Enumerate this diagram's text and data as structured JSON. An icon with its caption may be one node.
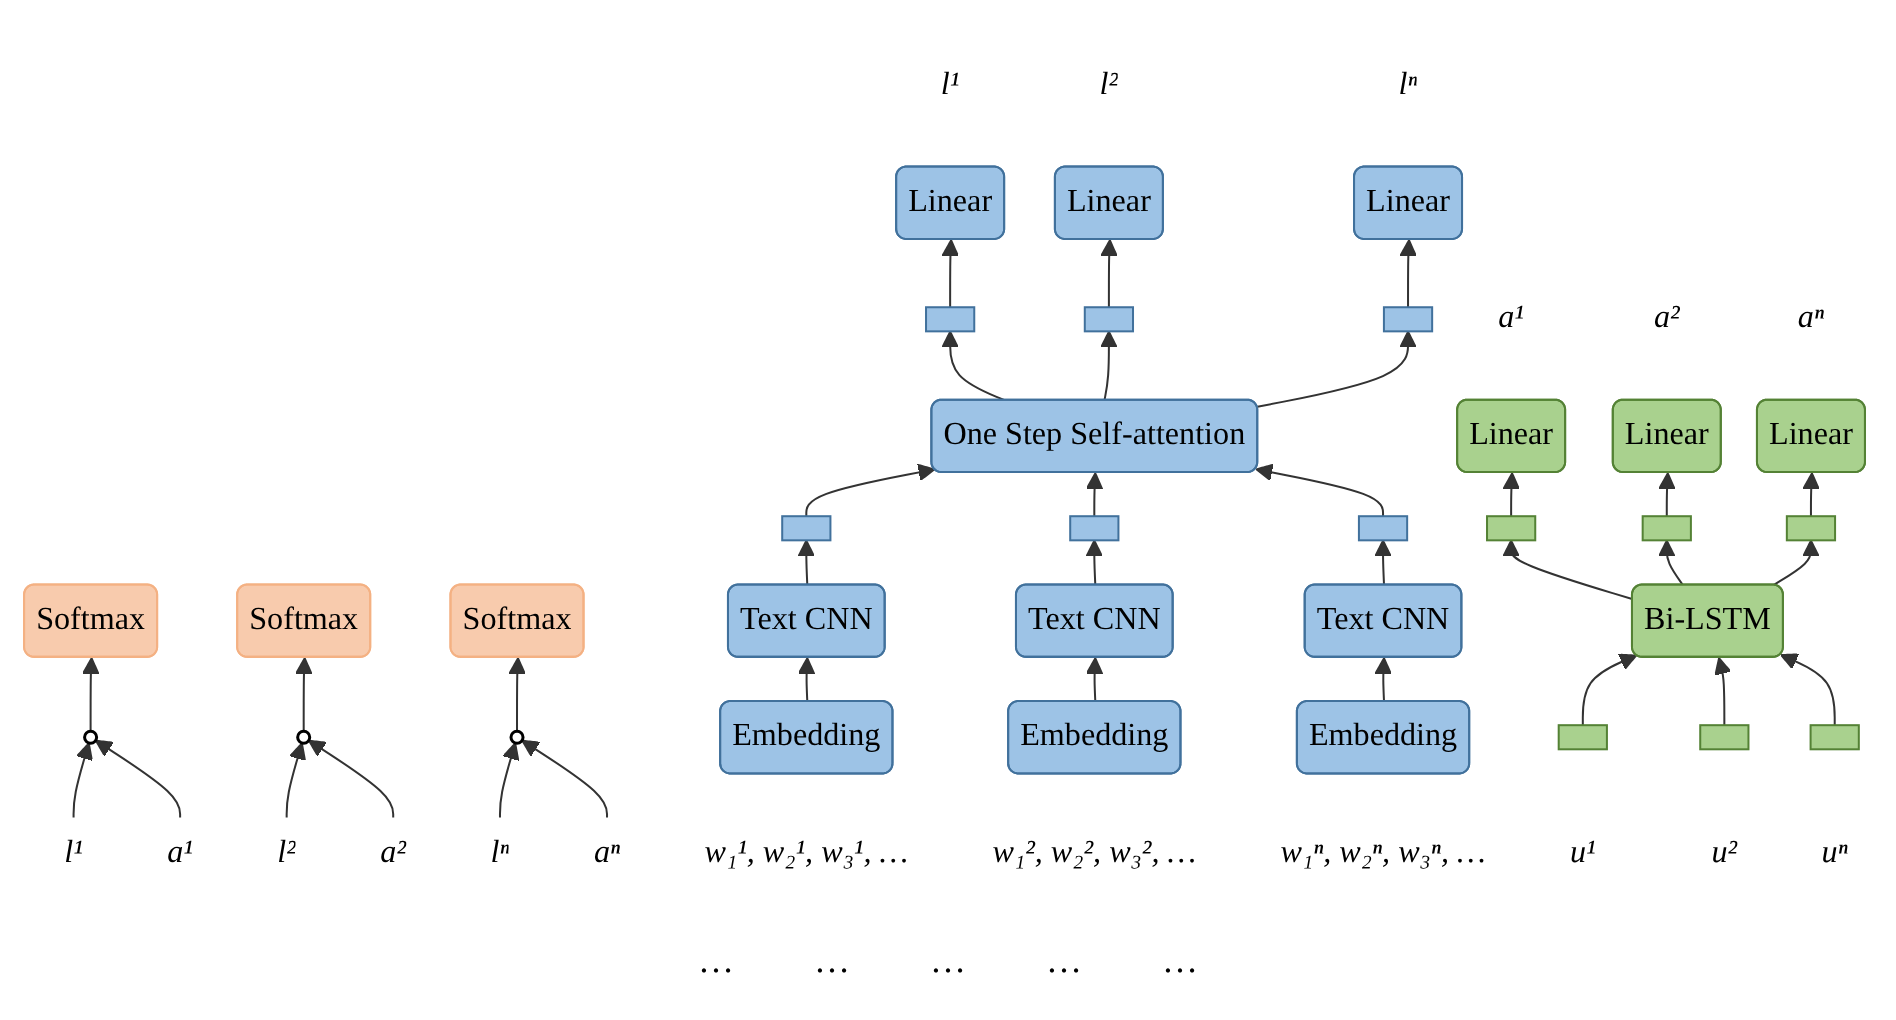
{
  "diagram": {
    "nodes": [
      {
        "text": [
          "Softmax"
        ]
      },
      {
        "text": [
          "Softmax"
        ]
      },
      {
        "text": [
          "Softmax"
        ]
      },
      {
        "text": [
          "l¹"
        ]
      },
      {
        "text": [],
        "shape": "circle"
      },
      {
        "text": [
          "a¹"
        ]
      },
      {
        "text": [
          "l²"
        ]
      },
      {
        "text": [],
        "shape": "circle"
      },
      {
        "text": [
          "a²"
        ]
      },
      {
        "text": [
          "lⁿ"
        ]
      },
      {
        "text": [],
        "shape": "circle"
      },
      {
        "text": [
          "aⁿ"
        ]
      },
      {
        "text": [
          "Linear"
        ],
        "beside": [
          "l¹"
        ]
      },
      {
        "text": [
          "Linear"
        ],
        "beside": [
          "l²"
        ]
      },
      {
        "text": [
          "Linear"
        ],
        "beside": [
          "lⁿ"
        ]
      },
      {
        "text": [],
        "shape": "bar"
      },
      {
        "text": [],
        "shape": "bar"
      },
      {
        "text": [],
        "shape": "bar"
      },
      {
        "text": [
          "One Step Self-attention"
        ]
      },
      {
        "text": [],
        "shape": "bar"
      },
      {
        "text": [],
        "shape": "bar"
      },
      {
        "text": [],
        "shape": "bar"
      },
      {
        "text": [
          "Text CNN"
        ]
      },
      {
        "text": [
          "Text CNN"
        ]
      },
      {
        "text": [
          "Text CNN"
        ]
      },
      {
        "text": [
          "Embedding"
        ],
        "beside": [
          "w₁¹, w₂¹, w₃¹, …"
        ]
      },
      {
        "text": [
          "Embedding"
        ],
        "beside": [
          "w₁², w₂², w₃², …"
        ]
      },
      {
        "text": [
          "Embedding"
        ],
        "beside": [
          "w₁ⁿ, w₂ⁿ, w₃ⁿ, …"
        ]
      },
      {
        "text": [
          "Linear"
        ],
        "beside": [
          "a¹"
        ]
      },
      {
        "text": [
          "Linear"
        ],
        "beside": [
          "a²"
        ]
      },
      {
        "text": [
          "Linear"
        ],
        "beside": [
          "aⁿ"
        ]
      },
      {
        "text": [],
        "shape": "bar"
      },
      {
        "text": [],
        "shape": "bar"
      },
      {
        "text": [],
        "shape": "bar"
      },
      {
        "text": [
          "Bi-LSTM"
        ]
      },
      {
        "text": [],
        "shape": "bar",
        "beside": [
          "u¹"
        ]
      },
      {
        "text": [],
        "shape": "bar",
        "beside": [
          "u²"
        ]
      },
      {
        "text": [],
        "shape": "bar",
        "beside": [
          "uⁿ"
        ]
      }
    ],
    "edges": [
      {
        "from": 3,
        "to": 4,
        "arrow": "to"
      },
      {
        "from": 5,
        "to": 4,
        "arrow": "to"
      },
      {
        "from": 4,
        "to": 0,
        "arrow": "to"
      },
      {
        "from": 6,
        "to": 7,
        "arrow": "to"
      },
      {
        "from": 8,
        "to": 7,
        "arrow": "to"
      },
      {
        "from": 7,
        "to": 1,
        "arrow": "to"
      },
      {
        "from": 9,
        "to": 10,
        "arrow": "to"
      },
      {
        "from": 11,
        "to": 10,
        "arrow": "to"
      },
      {
        "from": 10,
        "to": 2,
        "arrow": "to"
      },
      {
        "from": 25,
        "to": 22,
        "arrow": "to"
      },
      {
        "from": 26,
        "to": 23,
        "arrow": "to"
      },
      {
        "from": 27,
        "to": 24,
        "arrow": "to"
      },
      {
        "from": 22,
        "to": 19,
        "arrow": "to"
      },
      {
        "from": 23,
        "to": 20,
        "arrow": "to"
      },
      {
        "from": 24,
        "to": 21,
        "arrow": "to"
      },
      {
        "from": 19,
        "to": 18,
        "arrow": "to"
      },
      {
        "from": 20,
        "to": 18,
        "arrow": "to"
      },
      {
        "from": 21,
        "to": 18,
        "arrow": "to"
      },
      {
        "from": 18,
        "to": 15,
        "arrow": "to"
      },
      {
        "from": 18,
        "to": 16,
        "arrow": "to"
      },
      {
        "from": 18,
        "to": 17,
        "arrow": "to"
      },
      {
        "from": 15,
        "to": 12,
        "arrow": "to"
      },
      {
        "from": 16,
        "to": 13,
        "arrow": "to"
      },
      {
        "from": 17,
        "to": 14,
        "arrow": "to"
      },
      {
        "from": 35,
        "to": 34,
        "arrow": "to"
      },
      {
        "from": 36,
        "to": 34,
        "arrow": "to"
      },
      {
        "from": 37,
        "to": 34,
        "arrow": "to"
      },
      {
        "from": 34,
        "to": 31,
        "arrow": "to"
      },
      {
        "from": 34,
        "to": 32,
        "arrow": "to"
      },
      {
        "from": 34,
        "to": 33,
        "arrow": "to"
      },
      {
        "from": 31,
        "to": 28,
        "arrow": "to"
      },
      {
        "from": 32,
        "to": 29,
        "arrow": "to"
      },
      {
        "from": 33,
        "to": 30,
        "arrow": "to"
      }
    ],
    "labels": [
      "…",
      "…",
      "…",
      "…",
      "…"
    ]
  }
}
